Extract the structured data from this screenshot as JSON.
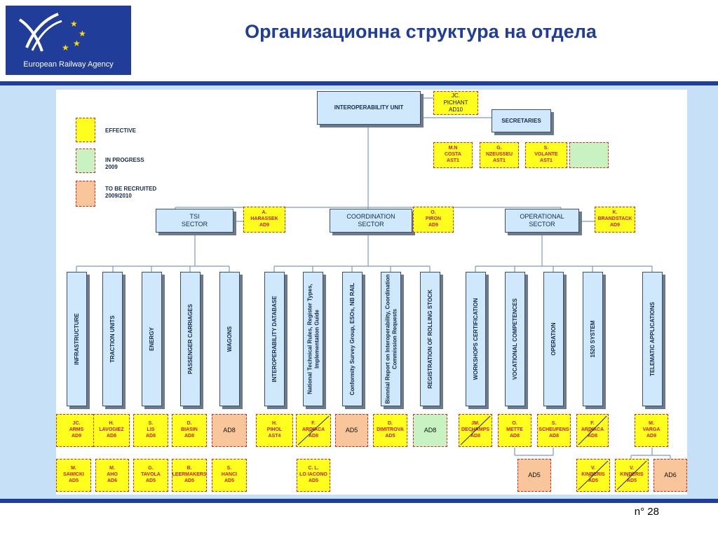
{
  "logo_text": "European Railway Agency",
  "title": "Организационна структура на отдела",
  "page_number": "n° 28",
  "legend": {
    "effective": "EFFECTIVE",
    "in_progress": "IN PROGRESS\n2009",
    "to_be_recruited": "TO BE RECRUITED\n2009/2010"
  },
  "unit": {
    "label": "INTEROPERABILITY UNIT",
    "head": "JC.\nPICHANT\nAD10"
  },
  "secretaries": {
    "label": "SECRETARIES",
    "staff": [
      "M.N\nCOSTA\nAST1",
      "G.\nNZEUSSEU\nAST1",
      "S.\nVOLANTE\nAST1"
    ]
  },
  "sectors": {
    "tsi": {
      "label": "TSI\nSECTOR",
      "head": "A.\nHARASSEK\nAD9"
    },
    "coord": {
      "label": "COORDINATION\nSECTOR",
      "head": "O.\nPIRON\nAD9"
    },
    "oper": {
      "label": "OPERATIONAL\nSECTOR",
      "head": "K.\nBRANDSTACK\nAD9"
    }
  },
  "columns": {
    "infrastructure": {
      "label": "INFRASTRUCTURE",
      "row1": "JC.\nARMS\nAD9",
      "row2": "M.\nSAWICKI\nAD5"
    },
    "traction": {
      "label": "TRACTION UNITS",
      "row1": "H.\nLAVOGIEZ\nAD8",
      "row2": "M.\nAHO\nAD6"
    },
    "energy": {
      "label": "ENERGY",
      "row1": "S.\nLIS\nAD8",
      "row2": "G.\nTAVOLA\nAD5"
    },
    "passenger": {
      "label": "PASSENGER CARRIAGES",
      "row1": "D.\nBIASIN\nAD8",
      "row2": "B.\nLEERMAKERS\nAD5"
    },
    "wagons": {
      "label": "WAGONS",
      "row1": "AD8",
      "row2": "S.\nHANCI\nAD5"
    },
    "interop_db": {
      "label": "INTEROPERABILITY DATABASE",
      "row1": "H.\nPIHOL\nAST4"
    },
    "national_rules": {
      "label": "National Technical Rules, Register Types, Implementation Guide",
      "row1": "F.\nARDIACA\nAD8",
      "row1_pct": "50%"
    },
    "conformity": {
      "label": "Conformity Survey Group, ESOs, NB RAIL",
      "row1": "AD5",
      "row2": "C. L.\nLO IACONO\nAD5"
    },
    "biennial": {
      "label": "Biennial Report on Interoperability, Coordination Commission Requests",
      "row1": "D.\nDIMITROVA\nAD5"
    },
    "registration": {
      "label": "REGISTRATION OF ROLLING STOCK",
      "row1": "AD8"
    },
    "workshops": {
      "label": "WORKSHOPS CERTIFICATION",
      "row1": "JM.\nDECHAMPS\nAD8",
      "row1_pct": "50%"
    },
    "vocational": {
      "label": "VOCATIONAL COMPETENCES",
      "row1": "O.\nMETTE\nAD8"
    },
    "operation": {
      "label": "OPERATION",
      "row1": "S.\nSCHEUFENS\nAD8"
    },
    "system1520": {
      "label": "1520 SYSTEM",
      "row1": "F.\nARDIACA\nAD8",
      "row1_pct": "50%"
    },
    "telematic": {
      "label": "TELEMATIC APPLICATIONS",
      "row1": "M.\nVARGA\nAD9"
    }
  },
  "oper_extra": {
    "ad5": "AD5",
    "kinderis_a": "V.\nKINDERIS\nAD5",
    "kinderis_b": "V.\nKINDERIS\nAD5",
    "kinderis_pct": "50%",
    "ad6": "AD6"
  },
  "colors": {
    "effective": "#ffff1e",
    "in_progress": "#c9f2c3",
    "to_be_recruited": "#f8c69a",
    "box_fill": "#cfe8fb",
    "brand": "#1f3d99",
    "staff_text": "#d11a1a"
  }
}
